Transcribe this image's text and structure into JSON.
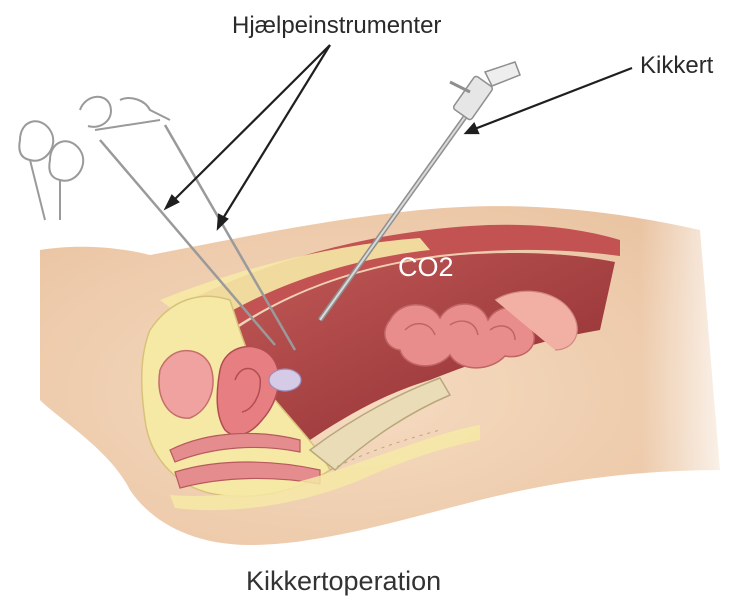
{
  "labels": {
    "instruments": "Hjælpeinstrumenter",
    "scope": "Kikkert",
    "gas": "CO2",
    "caption": "Kikkertoperation"
  },
  "colors": {
    "skin": "#f3d2b5",
    "muscle": "#b8484a",
    "cavity": "#a03538",
    "fat": "#f6e9a6",
    "organ_pink": "#e99393",
    "bone": "#e9dcb7",
    "instrument": "#9a9a9a",
    "label_text": "#2a2a2a"
  },
  "icons": [
    "laparoscope-icon",
    "grasper-instrument-icon",
    "intestine-icon",
    "uterus-icon"
  ]
}
